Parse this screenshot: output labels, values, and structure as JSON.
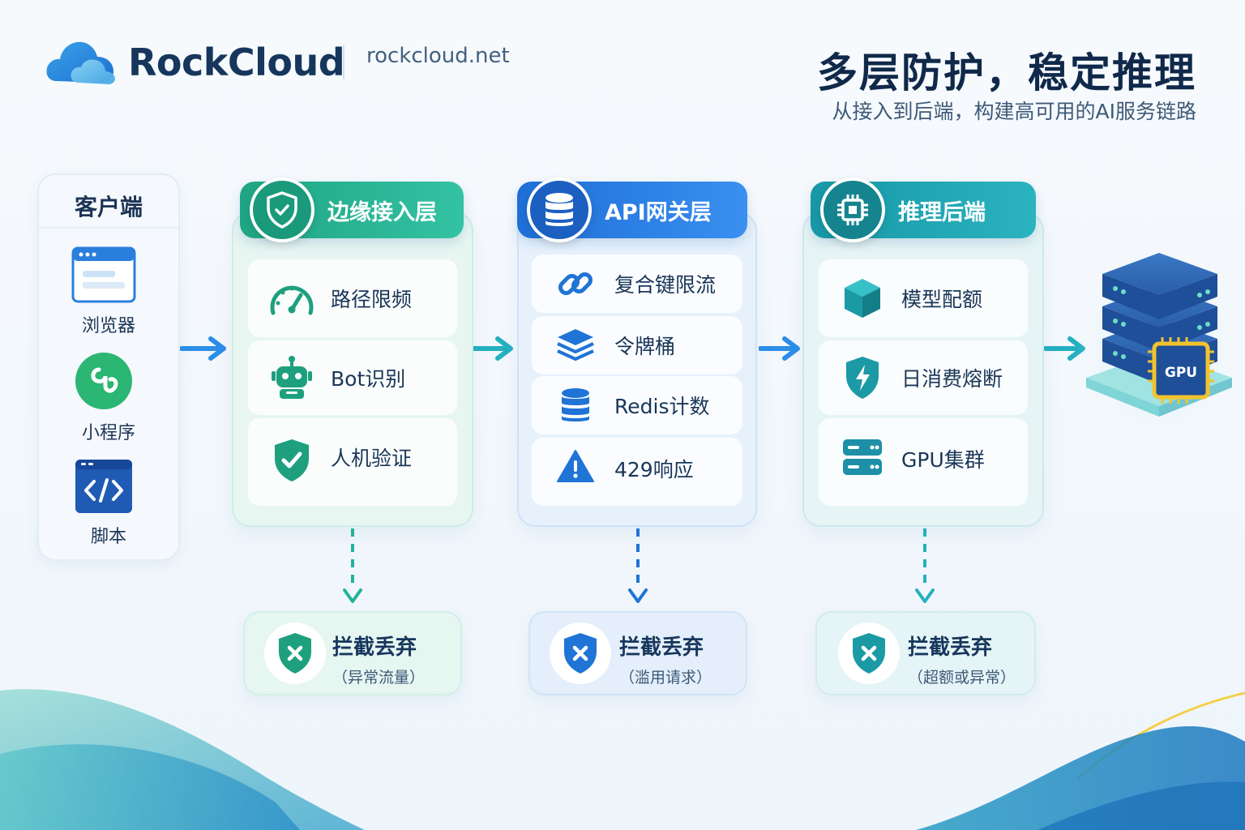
{
  "header": {
    "brand": "RockCloud",
    "url": "rockcloud.net",
    "title": "多层防护，稳定推理",
    "subtitle": "从接入到后端，构建高可用的AI服务链路"
  },
  "client": {
    "title": "客户端",
    "items": [
      {
        "label": "浏览器",
        "icon": "browser-window-icon"
      },
      {
        "label": "小程序",
        "icon": "mini-program-icon"
      },
      {
        "label": "脚本",
        "icon": "code-script-icon"
      }
    ]
  },
  "layers": [
    {
      "title": "边缘接入层",
      "icon": "shield-icon",
      "items": [
        {
          "label": "路径限频",
          "icon": "speedometer-icon"
        },
        {
          "label": "Bot识别",
          "icon": "robot-icon"
        },
        {
          "label": "人机验证",
          "icon": "shield-check-icon"
        }
      ],
      "drop": {
        "title": "拦截丢弃",
        "reason": "（异常流量）"
      }
    },
    {
      "title": "API网关层",
      "icon": "database-icon",
      "items": [
        {
          "label": "复合键限流",
          "icon": "link-icon"
        },
        {
          "label": "令牌桶",
          "icon": "layers-icon"
        },
        {
          "label": "Redis计数",
          "icon": "database-icon"
        },
        {
          "label": "429响应",
          "icon": "warning-icon"
        }
      ],
      "drop": {
        "title": "拦截丢弃",
        "reason": "（滥用请求）"
      }
    },
    {
      "title": "推理后端",
      "icon": "chip-icon",
      "items": [
        {
          "label": "模型配额",
          "icon": "cube-icon"
        },
        {
          "label": "日消费熔断",
          "icon": "bolt-shield-icon"
        },
        {
          "label": "GPU集群",
          "icon": "server-rack-icon"
        }
      ],
      "drop": {
        "title": "拦截丢弃",
        "reason": "（超额或异常）"
      }
    }
  ],
  "server": {
    "chip_label": "GPU",
    "icon": "gpu-server-icon"
  },
  "colors": {
    "edge": "#22a98a",
    "gateway": "#1f74d6",
    "backend": "#1ea3ad",
    "arrow_blue": "#2b8ee8",
    "arrow_teal": "#24b0c0",
    "title": "#10294a"
  }
}
